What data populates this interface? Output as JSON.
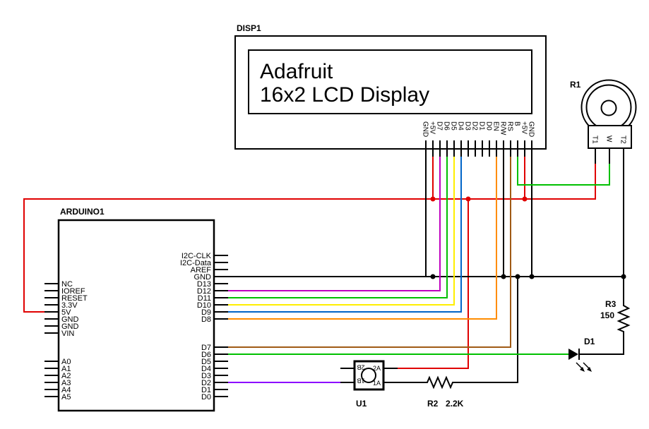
{
  "disp1": {
    "designator": "DISP1",
    "screen_line1": "Adafruit",
    "screen_line2": "16x2 LCD Display",
    "pins": [
      "GND",
      "+5V",
      "D7",
      "D6",
      "D5",
      "D4",
      "D3",
      "D2",
      "D1",
      "D0",
      "EN",
      "R/W",
      "RS",
      "B",
      "+5V",
      "GND"
    ]
  },
  "arduino": {
    "designator": "ARDUINO1",
    "left_pins": [
      "NC",
      "IOREF",
      "RESET",
      "3.3V",
      "5V",
      "GND",
      "GND",
      "VIN",
      "A0",
      "A1",
      "A2",
      "A3",
      "A4",
      "A5"
    ],
    "right_pins": [
      "I2C-CLK",
      "I2C-Data",
      "AREF",
      "GND",
      "D13",
      "D12",
      "D11",
      "D10",
      "D9",
      "D8",
      "D7",
      "D6",
      "D5",
      "D4",
      "D3",
      "D2",
      "D1",
      "D0"
    ]
  },
  "r1": {
    "designator": "R1",
    "pins": [
      "T1",
      "W",
      "T2"
    ]
  },
  "r2": {
    "designator": "R2",
    "value": "2.2K"
  },
  "r3": {
    "designator": "R3",
    "value": "150"
  },
  "d1": {
    "designator": "D1"
  },
  "u1": {
    "designator": "U1",
    "pins": [
      "2B",
      "2A",
      "1B",
      "1A"
    ]
  },
  "wire_colors": {
    "power_5v": "#e00000",
    "d12_to_lcd_d7": "#c000c0",
    "d11_to_lcd_d6": "#00c000",
    "d10_to_lcd_d5": "#ffee00",
    "d9_to_lcd_d4": "#0064c8",
    "d8_to_lcd_en": "#ff8c00",
    "d7_to_lcd_rs": "#a05a14",
    "d6_to_led": "#00c000",
    "pot_wiper_to_lcd_b": "#00c000",
    "d2_to_u1": "#8c00ff",
    "ground": "#000000"
  }
}
